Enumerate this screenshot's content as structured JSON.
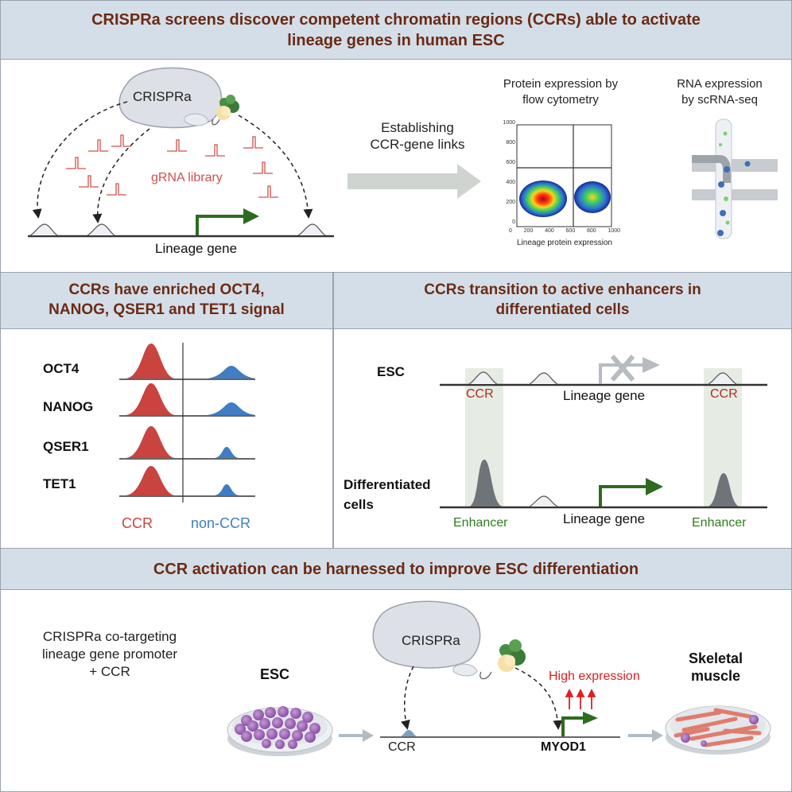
{
  "top": {
    "title_line1": "CRISPRa screens discover competent chromatin regions (CCRs) able to activate",
    "title_line2": "lineage genes in human ESC",
    "crispra_label": "CRISPRa",
    "grna_label": "gRNA library",
    "gene_label": "Lineage gene",
    "arrow_label_line1": "Establishing",
    "arrow_label_line2": "CCR-gene links",
    "flow_title_line1": "Protein expression by",
    "flow_title_line2": "flow cytometry",
    "flow_y_ticks": [
      "1000",
      "800",
      "600",
      "400",
      "200",
      "0"
    ],
    "flow_x_ticks": [
      "0",
      "200",
      "400",
      "600",
      "800",
      "1000"
    ],
    "flow_xlabel": "Lineage protein expression",
    "rna_title_line1": "RNA expression",
    "rna_title_line2": "by scRNA-seq"
  },
  "left": {
    "title_line1": "CCRs have enriched OCT4,",
    "title_line2": "NANOG, QSER1 and TET1 signal",
    "factors": [
      "OCT4",
      "NANOG",
      "QSER1",
      "TET1"
    ],
    "ccr_label": "CCR",
    "nonccr_label": "non-CCR"
  },
  "right": {
    "title_line1": "CCRs transition to active enhancers in",
    "title_line2": "differentiated cells",
    "esc_label": "ESC",
    "ccr_left": "CCR",
    "ccr_right": "CCR",
    "gene_top": "Lineage gene",
    "diff_line1": "Differentiated",
    "diff_line2": "cells",
    "enh_left": "Enhancer",
    "enh_right": "Enhancer",
    "gene_bottom": "Lineage gene"
  },
  "bottom": {
    "title": "CCR activation can be harnessed to improve ESC differentiation",
    "desc_line1": "CRISPRa co-targeting",
    "desc_line2": "lineage gene promoter",
    "desc_line3": "+ CCR",
    "esc_label": "ESC",
    "crispra_label": "CRISPRa",
    "high_expr": "High expression",
    "ccr_label": "CCR",
    "gene_label": "MYOD1",
    "muscle_line1": "Skeletal",
    "muscle_line2": "muscle"
  },
  "colors": {
    "header_bg": "#d4dee8",
    "header_text": "#6b2b14",
    "ccr_red": "#c9433f",
    "nonccr_blue": "#3f7ec4",
    "gene_green": "#2e6b1f",
    "enhancer_green": "#2e7d1e",
    "grna_red": "#d0504c"
  }
}
